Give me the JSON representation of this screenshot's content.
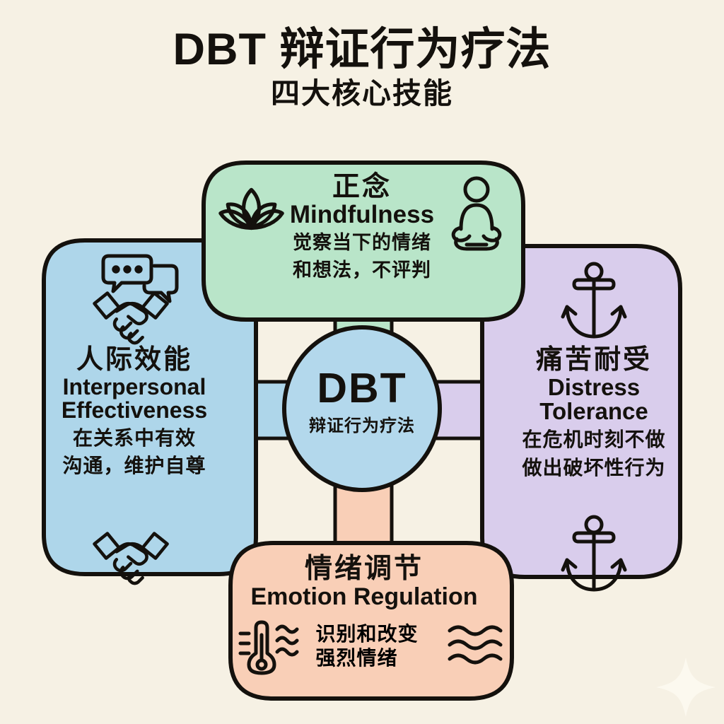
{
  "header": {
    "title": "DBT 辩证行为疗法",
    "subtitle": "四大核心技能"
  },
  "center": {
    "abbr": "DBT",
    "cn_name": "辩证行为疗法",
    "fill_color": "#b3d8ec"
  },
  "chart_data": {
    "type": "diagram",
    "layout": "hub-and-spoke",
    "title": "DBT 辩证行为疗法",
    "subtitle": "四大核心技能",
    "hub": {
      "abbr": "DBT",
      "cn_name": "辩证行为疗法"
    },
    "nodes": [
      {
        "position": "top",
        "cn_title": "正念",
        "en_title": "Mindfulness",
        "desc_line1": "觉察当下的情绪",
        "desc_line2": "和想法，不评判",
        "fill_color": "#b9e5c9",
        "icons": [
          "lotus-icon",
          "meditation-figure-icon"
        ]
      },
      {
        "position": "left",
        "cn_title": "人际效能",
        "en_title_line1": "Interpersonal",
        "en_title_line2": "Effectiveness",
        "desc_line1": "在关系中有效",
        "desc_line2": "沟通，维护自尊",
        "fill_color": "#aed6ea",
        "icons": [
          "speech-bubbles-icon",
          "handshake-icon",
          "handshake-icon"
        ]
      },
      {
        "position": "right",
        "cn_title": "痛苦耐受",
        "en_title_line1": "Distress",
        "en_title_line2": "Tolerance",
        "desc_line1": "在危机时刻不做",
        "desc_line2": "做出破坏性行为",
        "fill_color": "#d9cdec",
        "icons": [
          "anchor-icon",
          "anchor-icon"
        ]
      },
      {
        "position": "bottom",
        "cn_title": "情绪调节",
        "en_title": "Emotion Regulation",
        "desc_line1": "识别和改变",
        "desc_line2": "强烈情绪",
        "fill_color": "#f9cfb7",
        "icons": [
          "thermometer-icon",
          "heat-waves-icon",
          "waves-icon"
        ]
      }
    ],
    "background_color": "#f6f1e4",
    "stroke_color": "#14110d"
  },
  "nodes": {
    "mindfulness": {
      "cn_title": "正念",
      "en_title": "Mindfulness",
      "desc_line1": "觉察当下的情绪",
      "desc_line2": "和想法，不评判"
    },
    "interpersonal": {
      "cn_title": "人际效能",
      "en_line1": "Interpersonal",
      "en_line2": "Effectiveness",
      "desc_line1": "在关系中有效",
      "desc_line2": "沟通，维护自尊"
    },
    "distress": {
      "cn_title": "痛苦耐受",
      "en_line1": "Distress",
      "en_line2": "Tolerance",
      "desc_line1": "在危机时刻不做",
      "desc_line2": "做出破坏性行为"
    },
    "emotion": {
      "cn_title": "情绪调节",
      "en_title": "Emotion Regulation",
      "desc_line1": "识别和改变",
      "desc_line2": "强烈情绪"
    }
  }
}
